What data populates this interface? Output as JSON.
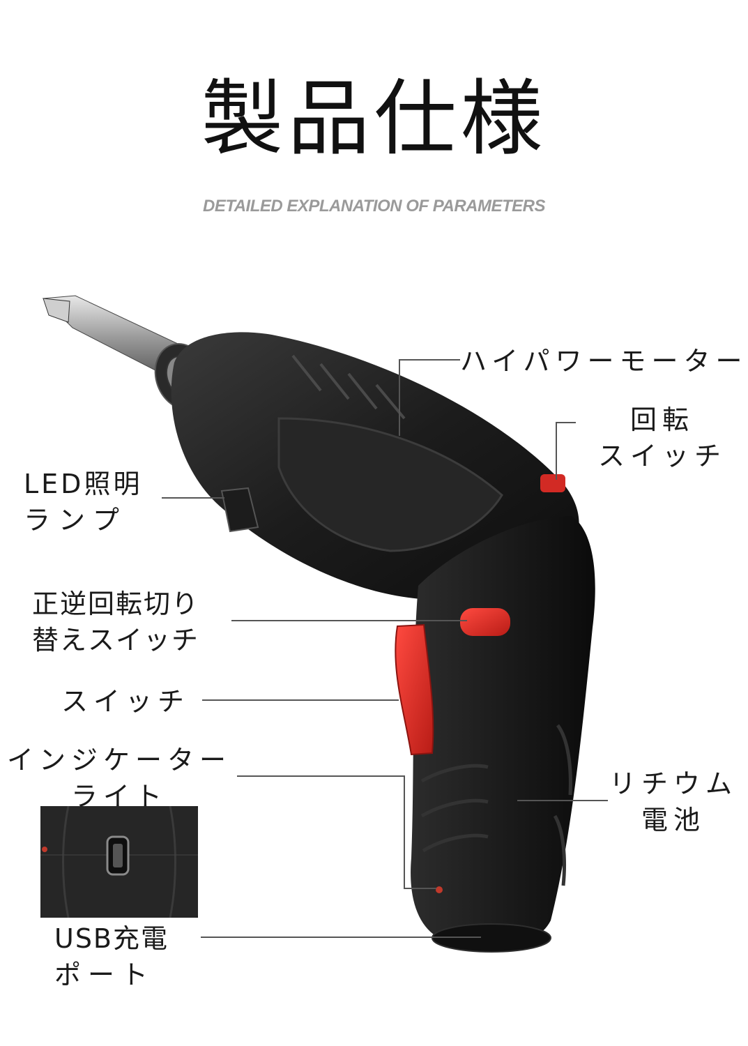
{
  "header": {
    "title": "製品仕様",
    "subtitle": "DETAILED EXPLANATION OF PARAMETERS"
  },
  "callouts": {
    "motor": {
      "line1": "ハイパワーモーター"
    },
    "rotation_switch": {
      "line1": "回転",
      "line2": "スイッチ"
    },
    "led_light": {
      "line1": "LED照明",
      "line2": "ランプ"
    },
    "direction_switch": {
      "line1": "正逆回転切り",
      "line2": "替えスイッチ"
    },
    "switch": {
      "line1": "スイッチ"
    },
    "indicator": {
      "line1": "インジケーター",
      "line2": "ライト"
    },
    "battery": {
      "line1": "リチウム",
      "line2": "電池"
    },
    "usb_port": {
      "line1": "USB充電",
      "line2": "ポート"
    }
  },
  "colors": {
    "body": "#1b1b1b",
    "accent_red": "#e0312b",
    "leader_line": "#555555",
    "subtitle": "#9a9a9a"
  }
}
